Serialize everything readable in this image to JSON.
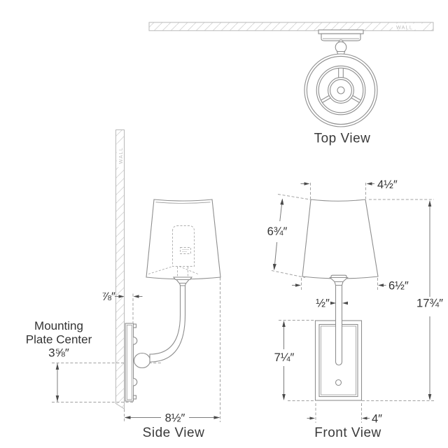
{
  "labels": {
    "top_view": "Top View",
    "side_view": "Side View",
    "front_view": "Front View",
    "wall_top": "WALL",
    "wall_side": "WALL",
    "mounting_note_line1": "Mounting",
    "mounting_note_line2": "Plate Center"
  },
  "dimensions": {
    "wall_to_plate_offset": "⅞″",
    "mounting_plate_center_height": "3⅝″",
    "overall_depth": "8½″",
    "shade_top_width": "4½″",
    "shade_slant_height": "6¾″",
    "shade_bottom_width": "6½″",
    "stem_width": "½″",
    "backplate_height": "7¼″",
    "backplate_width": "4″",
    "overall_height": "17¾″"
  },
  "colors": {
    "background": "#ffffff",
    "linework": "#8e8e8e",
    "dashed_line": "#a2a2a2",
    "dimension_line": "#7b7b7b",
    "arrowhead": "#4a4a4a",
    "text": "#333333",
    "hatch": "#d4d4d4",
    "wall_text": "#bdbdbd"
  }
}
